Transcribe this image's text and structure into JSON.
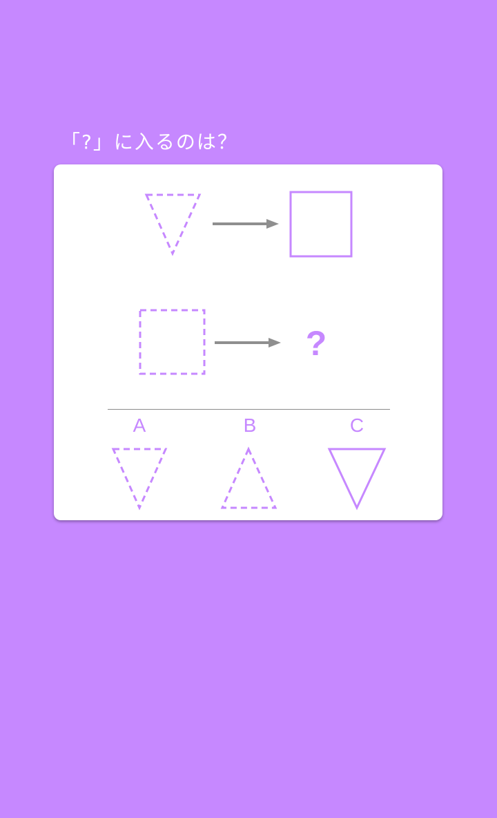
{
  "question": {
    "text": "「?」に入るのは？"
  },
  "puzzle": {
    "unknown_symbol": "?",
    "row1": {
      "from_shape": "dashed-down-triangle",
      "to_shape": "solid-square"
    },
    "row2": {
      "from_shape": "dashed-square",
      "to_shape": "unknown"
    }
  },
  "options": [
    {
      "label": "A",
      "shape": "dashed-down-triangle"
    },
    {
      "label": "B",
      "shape": "dashed-up-triangle"
    },
    {
      "label": "C",
      "shape": "solid-down-triangle"
    }
  ],
  "colors": {
    "background": "#c688ff",
    "shape_stroke": "#c688ff",
    "arrow": "#8f8f8f",
    "card": "#ffffff",
    "question_text": "#ffffff"
  }
}
